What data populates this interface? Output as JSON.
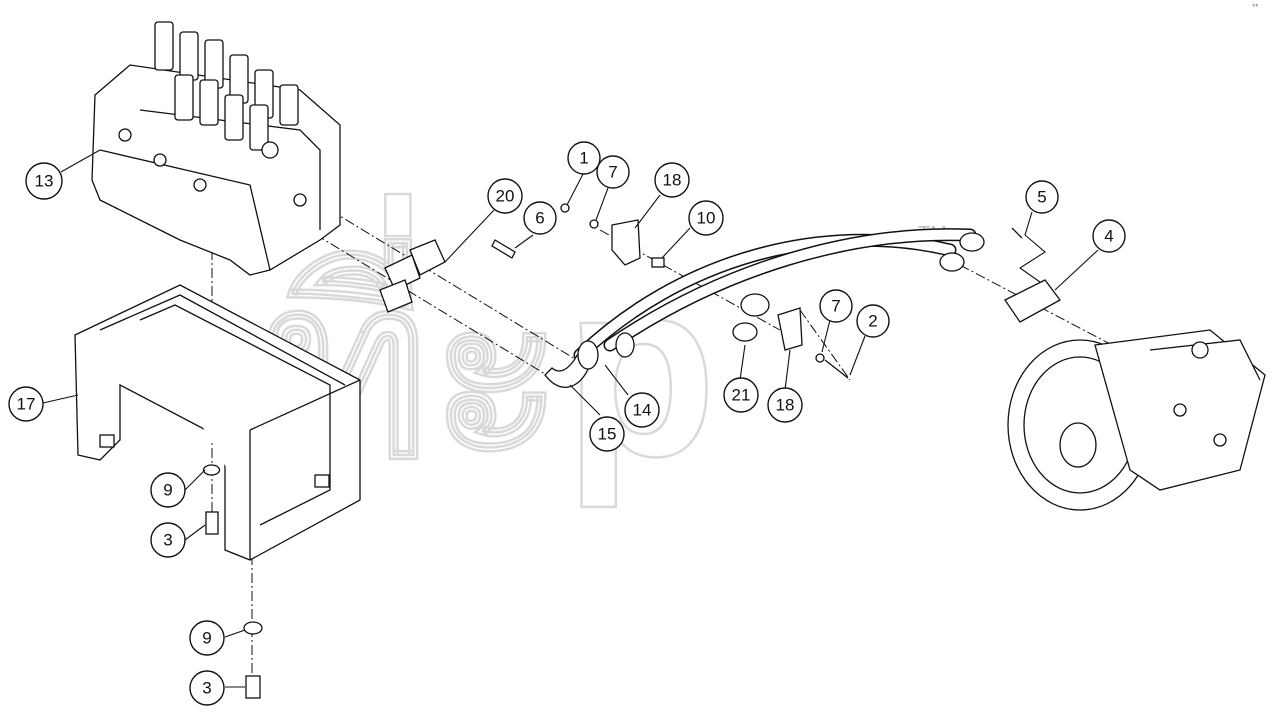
{
  "watermark": {
    "text": "ที่ะp",
    "trademark": "TM"
  },
  "corner_mark": "°°",
  "callouts": [
    {
      "id": "c13",
      "label": "13"
    },
    {
      "id": "c17",
      "label": "17"
    },
    {
      "id": "c9a",
      "label": "9"
    },
    {
      "id": "c3a",
      "label": "3"
    },
    {
      "id": "c9b",
      "label": "9"
    },
    {
      "id": "c3b",
      "label": "3"
    },
    {
      "id": "c20",
      "label": "20"
    },
    {
      "id": "c6",
      "label": "6"
    },
    {
      "id": "c1",
      "label": "1"
    },
    {
      "id": "c7a",
      "label": "7"
    },
    {
      "id": "c18a",
      "label": "18"
    },
    {
      "id": "c10",
      "label": "10"
    },
    {
      "id": "c14",
      "label": "14"
    },
    {
      "id": "c15",
      "label": "15"
    },
    {
      "id": "c21",
      "label": "21"
    },
    {
      "id": "c18b",
      "label": "18"
    },
    {
      "id": "c7b",
      "label": "7"
    },
    {
      "id": "c2",
      "label": "2"
    },
    {
      "id": "c5",
      "label": "5"
    },
    {
      "id": "c4",
      "label": "4"
    }
  ]
}
